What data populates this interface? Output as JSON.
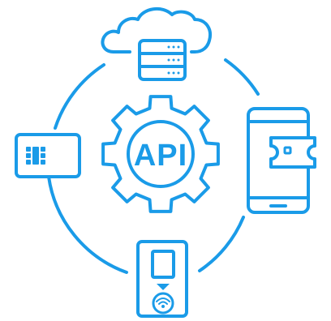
{
  "center": {
    "label": "API",
    "icon": "gear-icon"
  },
  "nodes": [
    {
      "position": "top",
      "icon": "cloud-server-icon"
    },
    {
      "position": "right",
      "icon": "mobile-wallet-ticket-icon"
    },
    {
      "position": "bottom",
      "icon": "contactless-terminal-icon"
    },
    {
      "position": "left",
      "icon": "payment-card-chip-icon"
    }
  ],
  "colors": {
    "accent": "#1a9be8",
    "background": "#ffffff"
  }
}
